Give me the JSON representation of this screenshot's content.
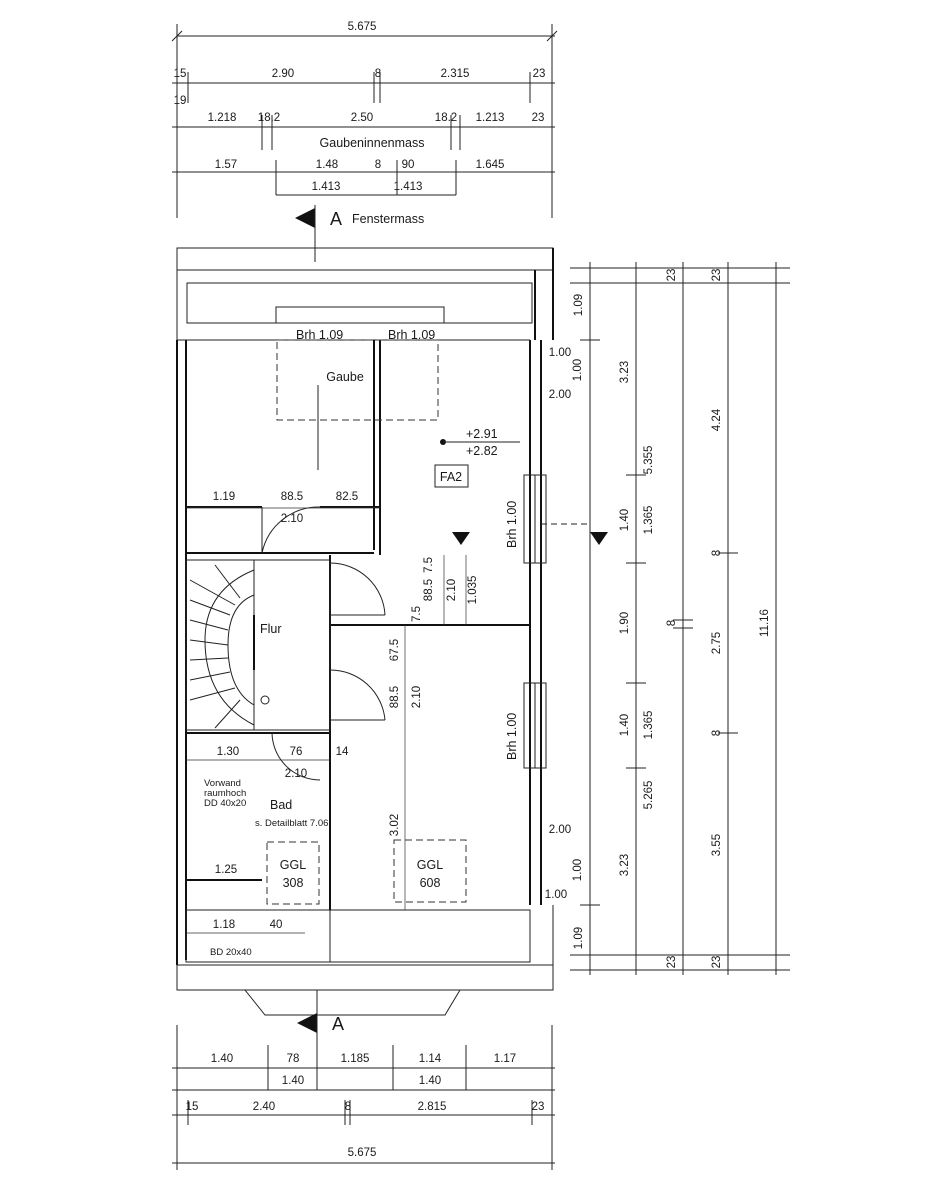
{
  "top_dims": {
    "row1": [
      "5.675"
    ],
    "row2": [
      "15",
      "2.90",
      "8",
      "2.315",
      "23"
    ],
    "row2b": [
      "19"
    ],
    "row3": [
      "1.218",
      "18.2",
      "2.50",
      "18.2",
      "1.213",
      "23"
    ],
    "row3_label": "Gaubeninnenmass",
    "row4": [
      "1.57",
      "1.48",
      "8",
      "90",
      "1.645"
    ],
    "row5": [
      "1.413",
      "1.413"
    ]
  },
  "section_marker": {
    "letter": "A",
    "label": "Fenstermass"
  },
  "rooms": {
    "gaube": "Gaube",
    "brh_left": "Brh 1.09",
    "brh_right": "Brh 1.09",
    "level_top": "+2.91",
    "level_bottom": "+2.82",
    "fa": "FA2",
    "flur": "Flur",
    "bad": "Bad",
    "bad_note": "s. Detailblatt 7.06",
    "vorwand": [
      "Vorwand",
      "raumhoch",
      "DD 40x20"
    ],
    "ggl_left": [
      "GGL",
      "308"
    ],
    "ggl_right": [
      "GGL",
      "608"
    ],
    "brh_east_top": "Brh 1.00",
    "brh_east_bottom": "Brh 1.00",
    "bd": "BD 20x40"
  },
  "inner_dims": {
    "upper_row": [
      "1.19",
      "88.5",
      "82.5"
    ],
    "upper_door": "2.10",
    "stair_dims": [
      "7.5",
      "88.5",
      "2.10",
      "1.035",
      "7.5"
    ],
    "middle_dims": [
      "67.5",
      "88.5",
      "2.10"
    ],
    "bad_row": [
      "1.30",
      "76",
      "14"
    ],
    "bad_door": "2.10",
    "bad_width": "1.25",
    "room_depth": "3.02",
    "lower_row": [
      "1.18",
      "40"
    ],
    "east_small": [
      "1.00",
      "1.00",
      "2.00",
      "2.00",
      "1.00",
      "1.00"
    ]
  },
  "right_dims": {
    "col1": [
      "1.09",
      "1.40",
      "1.90",
      "1.40",
      "1.09"
    ],
    "col2": [
      "3.23",
      "5.355",
      "1.365",
      "1.365",
      "5.265",
      "3.23"
    ],
    "col3": [
      "23",
      "4.24",
      "8",
      "2.75",
      "8",
      "3.55",
      "23"
    ],
    "col4": [
      "23",
      "11.16",
      "23"
    ],
    "marks": [
      "23",
      "23",
      "8",
      "8",
      "23",
      "23"
    ]
  },
  "bottom_dims": {
    "row1": [
      "1.40",
      "78",
      "1.185",
      "1.14",
      "1.17"
    ],
    "row2": [
      "1.40",
      "1.40"
    ],
    "row3": [
      "15",
      "2.40",
      "8",
      "2.815",
      "23"
    ],
    "row4": [
      "5.675"
    ]
  }
}
